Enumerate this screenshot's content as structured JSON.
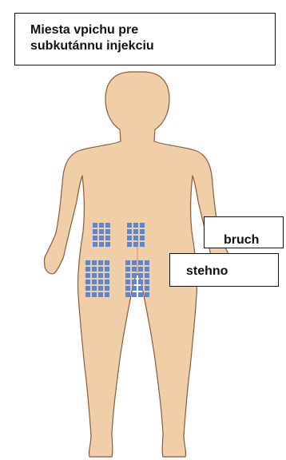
{
  "title": {
    "line1": "Miesta vpichu pre",
    "line2": "subkutánnu injekciu"
  },
  "labels": {
    "abdomen": "bruch",
    "thigh": "stehno"
  },
  "colors": {
    "skin": "#f0cfa8",
    "skin_outline": "#8a5a3c",
    "injection_grid": "#5b86d6"
  }
}
